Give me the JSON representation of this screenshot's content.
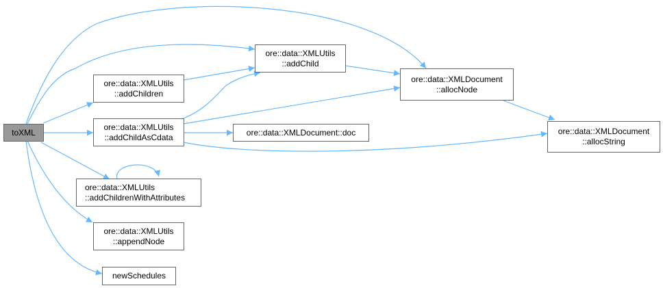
{
  "edge_color": "#63b8ff",
  "nodes": {
    "toXML": {
      "line1": "toXML"
    },
    "addChild": {
      "line1": "ore::data::XMLUtils",
      "line2": "::addChild"
    },
    "addChildren": {
      "line1": "ore::data::XMLUtils",
      "line2": "::addChildren"
    },
    "addChildAsCdata": {
      "line1": "ore::data::XMLUtils",
      "line2": "::addChildAsCdata"
    },
    "addChildrenWithAttributes": {
      "line1": "ore::data::XMLUtils",
      "line2": "::addChildrenWithAttributes"
    },
    "appendNode": {
      "line1": "ore::data::XMLUtils",
      "line2": "::appendNode"
    },
    "newSchedules": {
      "line1": "newSchedules"
    },
    "doc": {
      "line1": "ore::data::XMLDocument::doc"
    },
    "allocNode": {
      "line1": "ore::data::XMLDocument",
      "line2": "::allocNode"
    },
    "allocString": {
      "line1": "ore::data::XMLDocument",
      "line2": "::allocString"
    }
  }
}
